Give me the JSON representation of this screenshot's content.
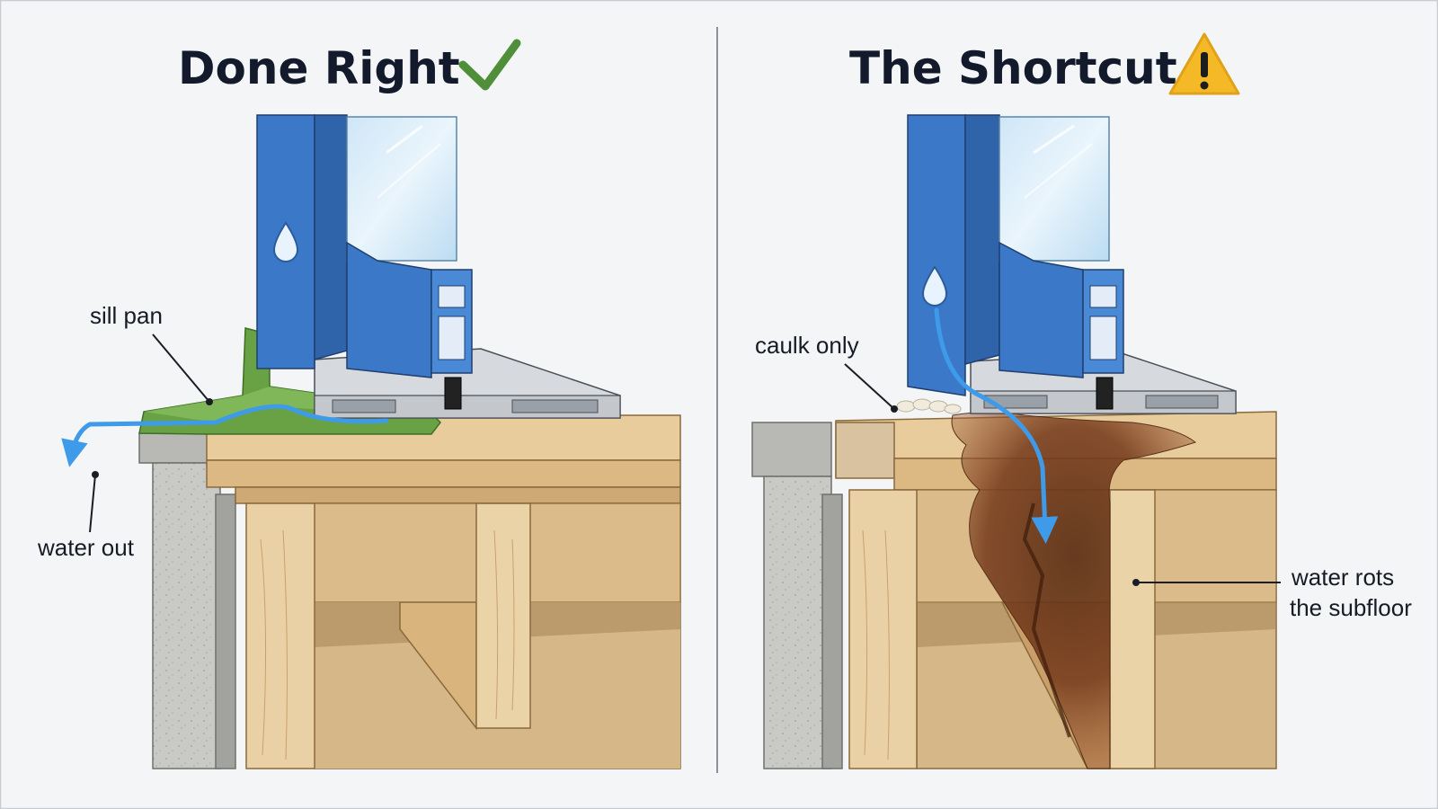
{
  "panels": {
    "left": {
      "title": "Done Right",
      "badge_icon": "checkmark-icon",
      "callouts": {
        "sill_pan": "sill pan",
        "water_out": "water out"
      }
    },
    "right": {
      "title": "The Shortcut",
      "badge_icon": "warning-triangle-icon",
      "callouts": {
        "caulk_only": "caulk only",
        "rot_line1": "water rots",
        "rot_line2": "the subfloor"
      }
    }
  },
  "colors": {
    "background": "#f4f5f7",
    "title_text": "#121a2b",
    "frame_blue": "#3b78c7",
    "water_arrow": "#3d9be9",
    "sill_pan_green": "#5f9a3c",
    "check_green": "#4f8f3a",
    "warning_yellow": "#f5b928",
    "wood": "#e8c896",
    "rot_brown": "#6e3a1c",
    "concrete": "#c9c9c6"
  }
}
